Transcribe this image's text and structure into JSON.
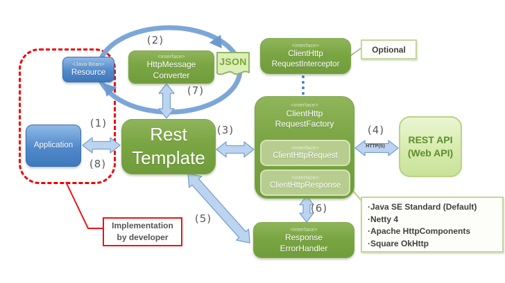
{
  "labels": {
    "n1": "(1)",
    "n2": "(2)",
    "n3": "(3)",
    "n4": "(4)",
    "n5": "(5)",
    "n6": "(6)",
    "n7": "(7)",
    "n8": "(8)",
    "http_protocol": "HTTP(S)",
    "json_doc": "JSON",
    "optional": "Optional",
    "impl_line1": "Implementation",
    "impl_line2": "by developer"
  },
  "boxes": {
    "resource": {
      "stereotype": "<Java Bean>",
      "name": "Resource"
    },
    "application": {
      "name": "Application"
    },
    "rest_template": {
      "line1": "Rest",
      "line2": "Template"
    },
    "http_message_converter": {
      "stereotype": "<interface>",
      "line1": "HttpMessage",
      "line2": "Converter"
    },
    "request_interceptor": {
      "stereotype": "<interface>",
      "line1": "ClientHttp",
      "line2": "RequestInterceptor"
    },
    "request_factory": {
      "stereotype": "<interface>",
      "line1": "ClientHttp",
      "line2": "RequestFactory"
    },
    "client_http_request": {
      "stereotype": "<interface>",
      "name": "ClientHttpRequest"
    },
    "client_http_response": {
      "stereotype": "<interface>",
      "name": "ClientHttpResponse"
    },
    "rest_api": {
      "line1": "REST API",
      "line2": "(Web API)"
    },
    "response_error_handler": {
      "stereotype": "<interface>",
      "line1": "Response",
      "line2": "ErrorHandler"
    }
  },
  "factory_implementations": [
    "·Java SE Standard (Default)",
    "·Netty 4",
    "·Apache HttpComponents",
    "·Square OkHttp"
  ],
  "colors": {
    "box_green": "#7aa543",
    "box_green_light": "#b7cd90",
    "box_blue": "#4e8ac9",
    "rest_api_fill": "#d5eaa9",
    "arrow_fill": "#bcd4ef",
    "arrow_stroke": "#76a1d2",
    "loop_stroke": "#7ca6d8",
    "note_border": "#c3d69b",
    "accent_red": "#ee0000",
    "number_gray": "#585858"
  }
}
